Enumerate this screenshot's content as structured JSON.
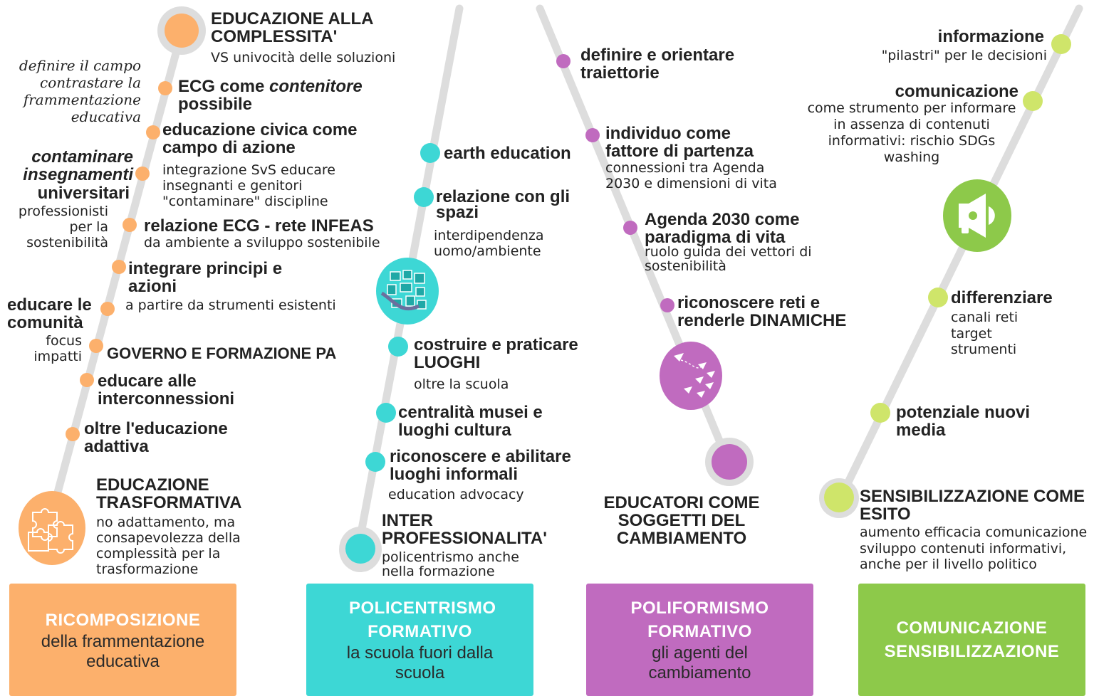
{
  "colors": {
    "orange": "#fcb06c",
    "teal": "#3dd7d5",
    "purple": "#c06bbf",
    "green": "#8dc94a",
    "lime": "#cfe56a",
    "track": "#dddddd"
  },
  "col1": {
    "top_title": "EDUCAZIONE ALLA COMPLESSITA'",
    "top_sub": "VS univocità delle soluzioni",
    "side_note": "definire il campo contrastare la frammentazione educativa",
    "ecg_a": "ECG come ",
    "ecg_b": "contenitore",
    "ecg_c": "possibile",
    "civica": "educazione civica come campo di azione",
    "civica_sub": "integrazione SvS educare insegnanti e genitori \"contaminare\" discipline",
    "contam": "contaminare insegnamenti",
    "univ": "universitari",
    "prof": "professionisti per la sostenibilità",
    "rel": "relazione ECG - rete INFEAS",
    "rel_sub": "da ambiente a sviluppo sostenibile",
    "integr": "integrare principi e azioni",
    "integr_sub": "a partire da strumenti esistenti",
    "comun": "educare le comunità",
    "focus": "focus impatti",
    "governo": "GOVERNO E FORMAZIONE PA",
    "interc": "educare alle interconnessioni",
    "oltre": "oltre l'educazione adattiva",
    "bottom_title": "EDUCAZIONE TRASFORMATIVA",
    "bottom_sub": "no adattamento, ma consapevolezza della complessità per la trasformazione",
    "box_title": "RICOMPOSIZIONE",
    "box_sub": "della frammentazione educativa",
    "icon": "puzzle-icon"
  },
  "col2": {
    "earth": "earth education",
    "spazi": "relazione con gli spazi",
    "spazi_sub": "interdipendenza uomo/ambiente",
    "luoghi": "costruire e praticare LUOGHI",
    "luoghi_sub": "oltre la scuola",
    "musei": "centralità musei e luoghi cultura",
    "informali": "riconoscere e abilitare luoghi informali",
    "informali_sub": "education advocacy",
    "inter": "INTER PROFESSIONALITA'",
    "inter_sub": "policentrismo anche nella formazione",
    "box_title": "POLICENTRISMO FORMATIVO",
    "box_sub": "la scuola fuori dalla scuola",
    "icon": "city-map-icon"
  },
  "col3": {
    "traiett": "definire e orientare traiettorie",
    "individuo": "individuo come fattore di partenza",
    "individuo_sub": "connessioni tra Agenda 2030 e dimensioni di vita",
    "agenda": "Agenda 2030 come paradigma di vita",
    "agenda_sub": "ruolo guida dei vettori di sostenibilità",
    "reti": "riconoscere reti e renderle DINAMICHE",
    "educatori": "EDUCATORI COME SOGGETTI DEL CAMBIAMENTO",
    "box_title": "POLIFORMISMO FORMATIVO",
    "box_sub": "gli agenti del cambiamento",
    "icon": "paper-planes-icon"
  },
  "col4": {
    "info": "informazione",
    "info_sub": "\"pilastri\" per le decisioni",
    "comu": "comunicazione",
    "comu_sub": "come strumento per informare in assenza di contenuti informativi: rischio SDGs washing",
    "diff": "differenziare",
    "diff_sub": "canali reti target strumenti",
    "media": "potenziale nuovi media",
    "sens": "SENSIBILIZZAZIONE COME ESITO",
    "sens_sub": "aumento efficacia comunicazione sviluppo contenuti informativi, anche per il livello politico",
    "box_title": "COMUNICAZIONE SENSIBILIZZAZIONE",
    "icon": "megaphone-icon"
  }
}
